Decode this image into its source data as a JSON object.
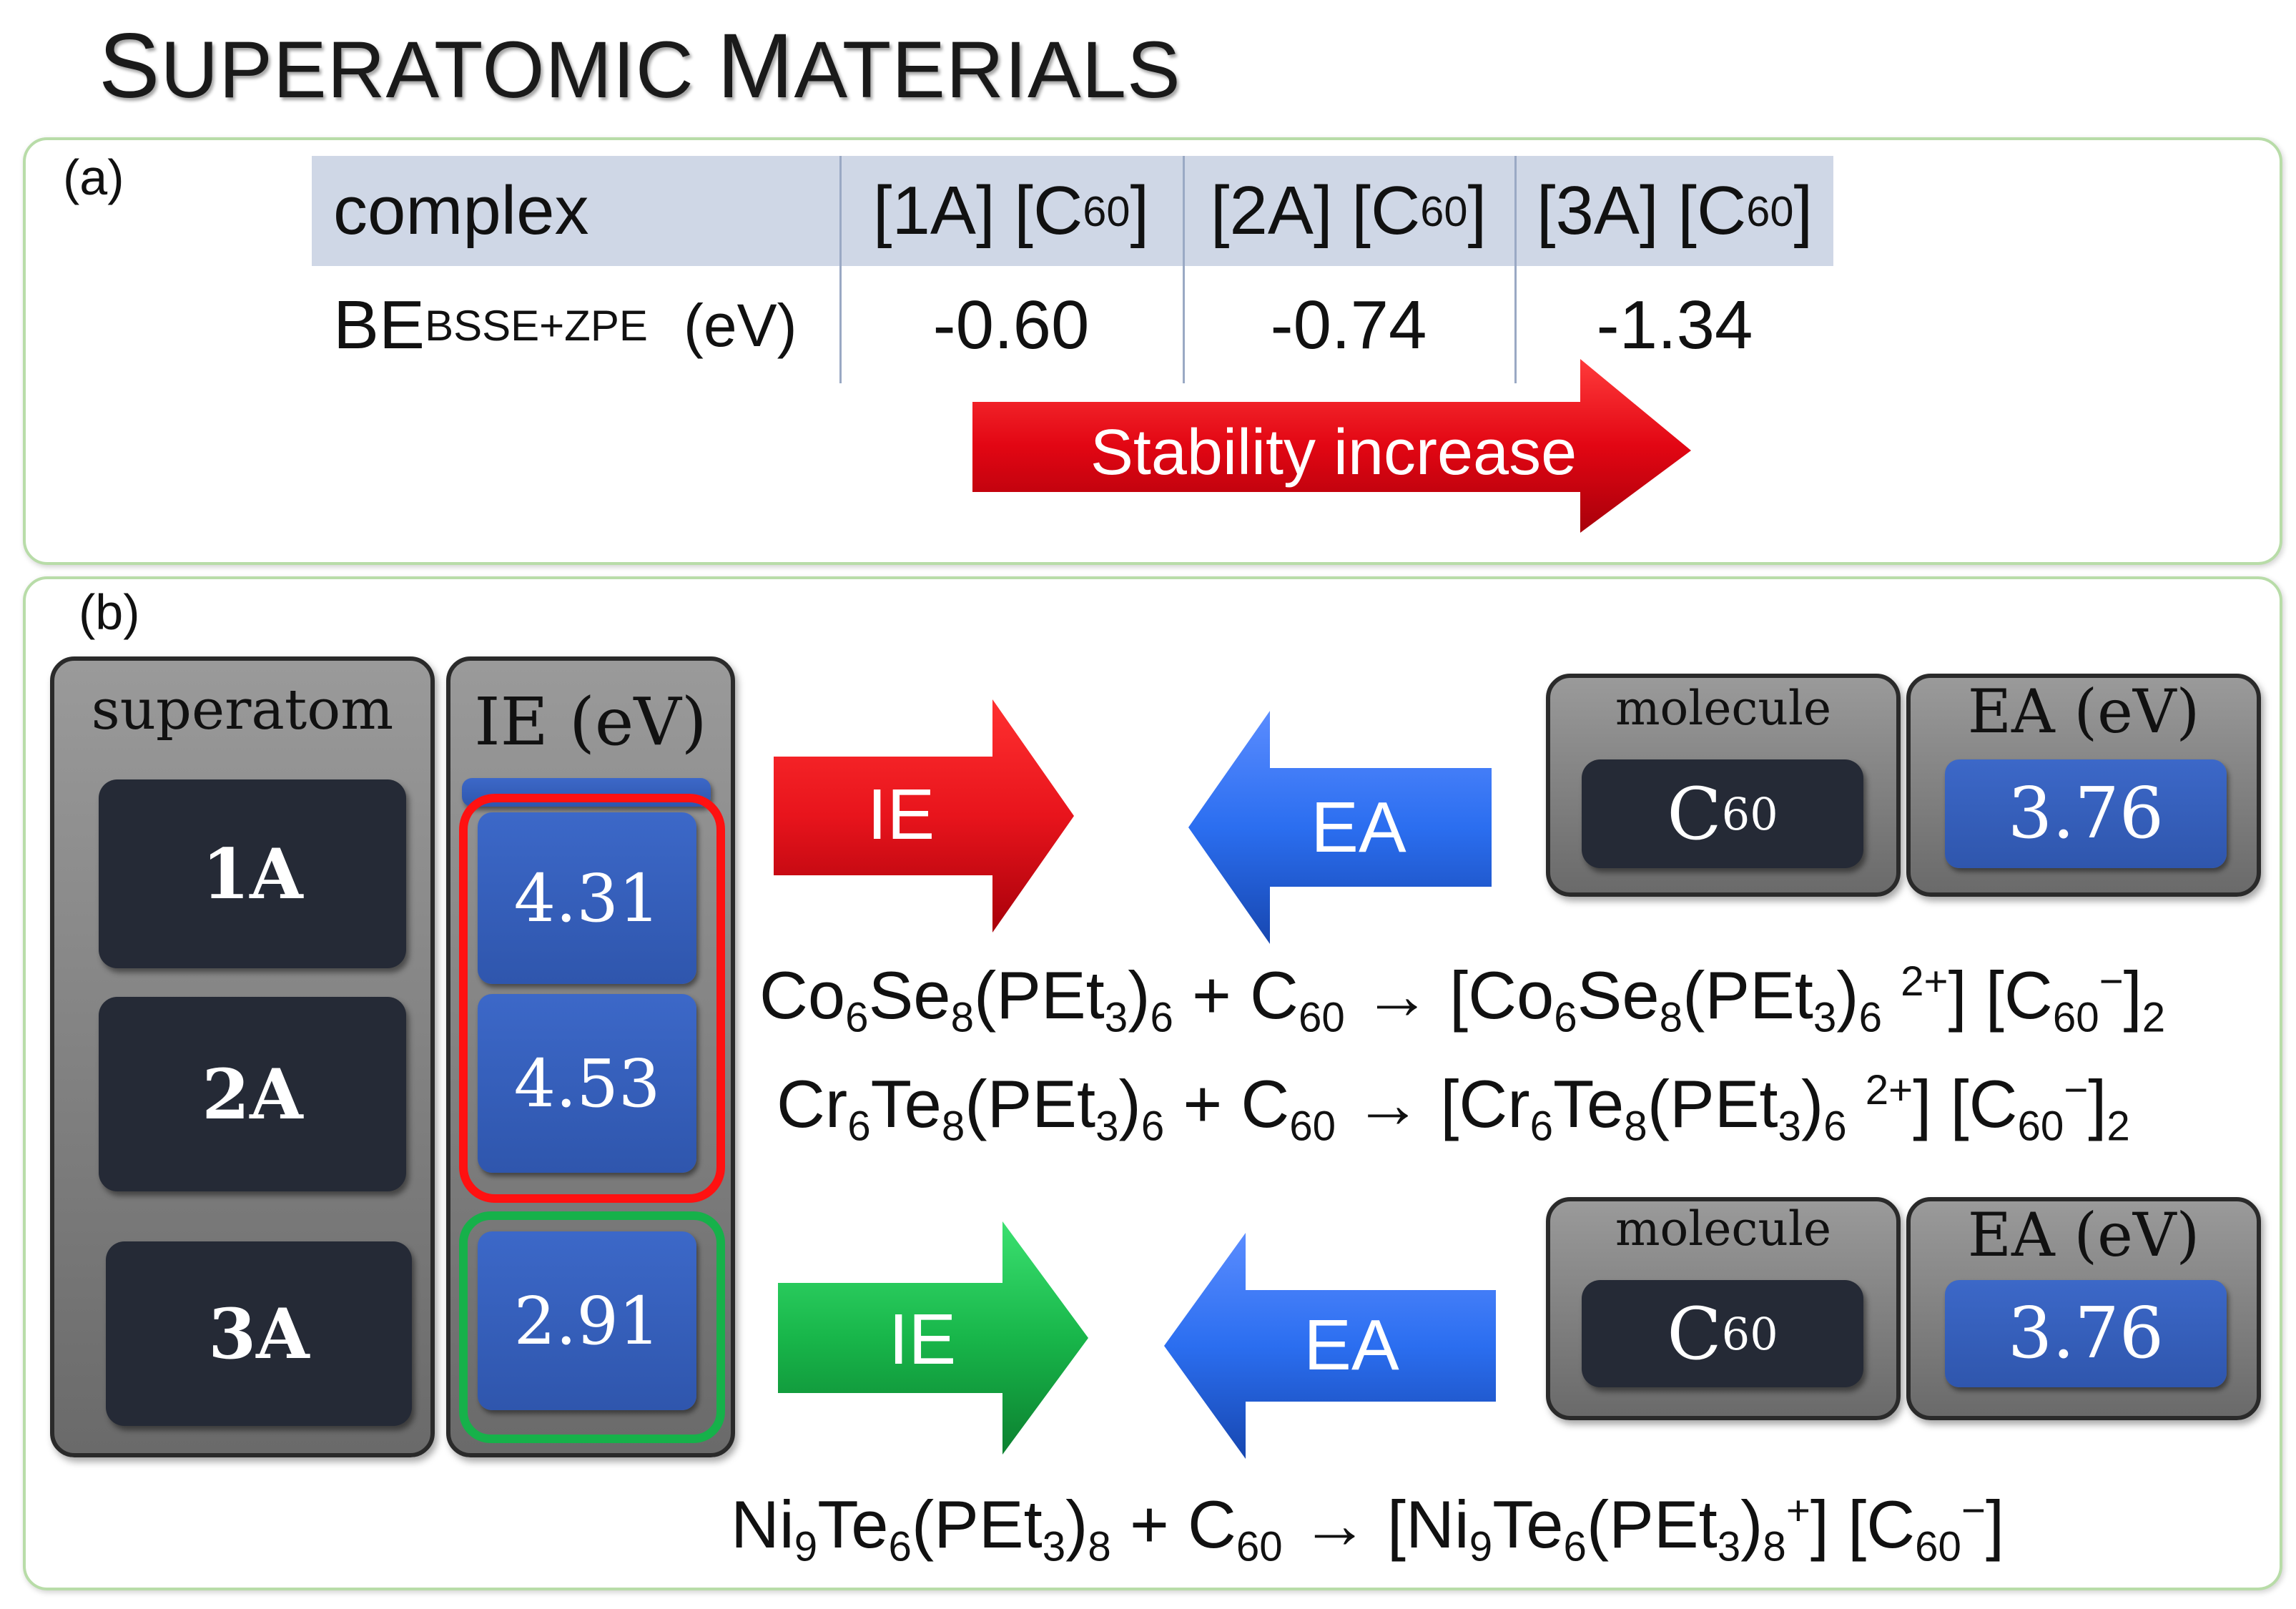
{
  "title": "Superatomic Materials",
  "panel_a": {
    "label": "(a)",
    "header": {
      "complex": "complex",
      "c1": "[1A] [C60]",
      "c2": "[2A] [C60]",
      "c3": "[3A] [C60]"
    },
    "row_label": {
      "main": "BE",
      "sub": "BSSE+ZPE",
      "unit": "(eV)"
    },
    "values": [
      "-0.60",
      "-0.74",
      "-1.34"
    ],
    "arrow_label": "Stability increase",
    "arrow_color": "#e20613"
  },
  "panel_b": {
    "label": "(b)",
    "superatom_header": "superatom",
    "superatoms": [
      "1A",
      "2A",
      "3A"
    ],
    "ie_header": "IE (eV)",
    "ie_values": [
      "4.31",
      "4.53",
      "2.91"
    ],
    "highlight_colors": {
      "red": "#ff1111",
      "green": "#16b14a"
    },
    "row1": {
      "ie_arrow": "IE",
      "ie_arrow_color": "#e8141c",
      "ea_arrow": "EA",
      "ea_arrow_color": "#2b6ef0",
      "molecule_header": "molecule",
      "molecule": "C60",
      "ea_header": "EA (eV)",
      "ea_value": "3.76"
    },
    "row2": {
      "ie_arrow": "IE",
      "ie_arrow_color": "#18b64a",
      "ea_arrow": "EA",
      "ea_arrow_color": "#2b6ef0",
      "molecule_header": "molecule",
      "molecule": "C60",
      "ea_header": "EA (eV)",
      "ea_value": "3.76"
    },
    "equations": [
      "Co6Se8(PEt3)6 + C60 → [Co6Se8(PEt3)6 2+] [C60−]2",
      "Cr6Te8(PEt3)6 + C60 → [Cr6Te8(PEt3)6 2+] [C60−]2",
      "Ni9Te6(PEt3)8 + C60 → [Ni9Te6(PEt3)8 +] [C60−]"
    ]
  }
}
